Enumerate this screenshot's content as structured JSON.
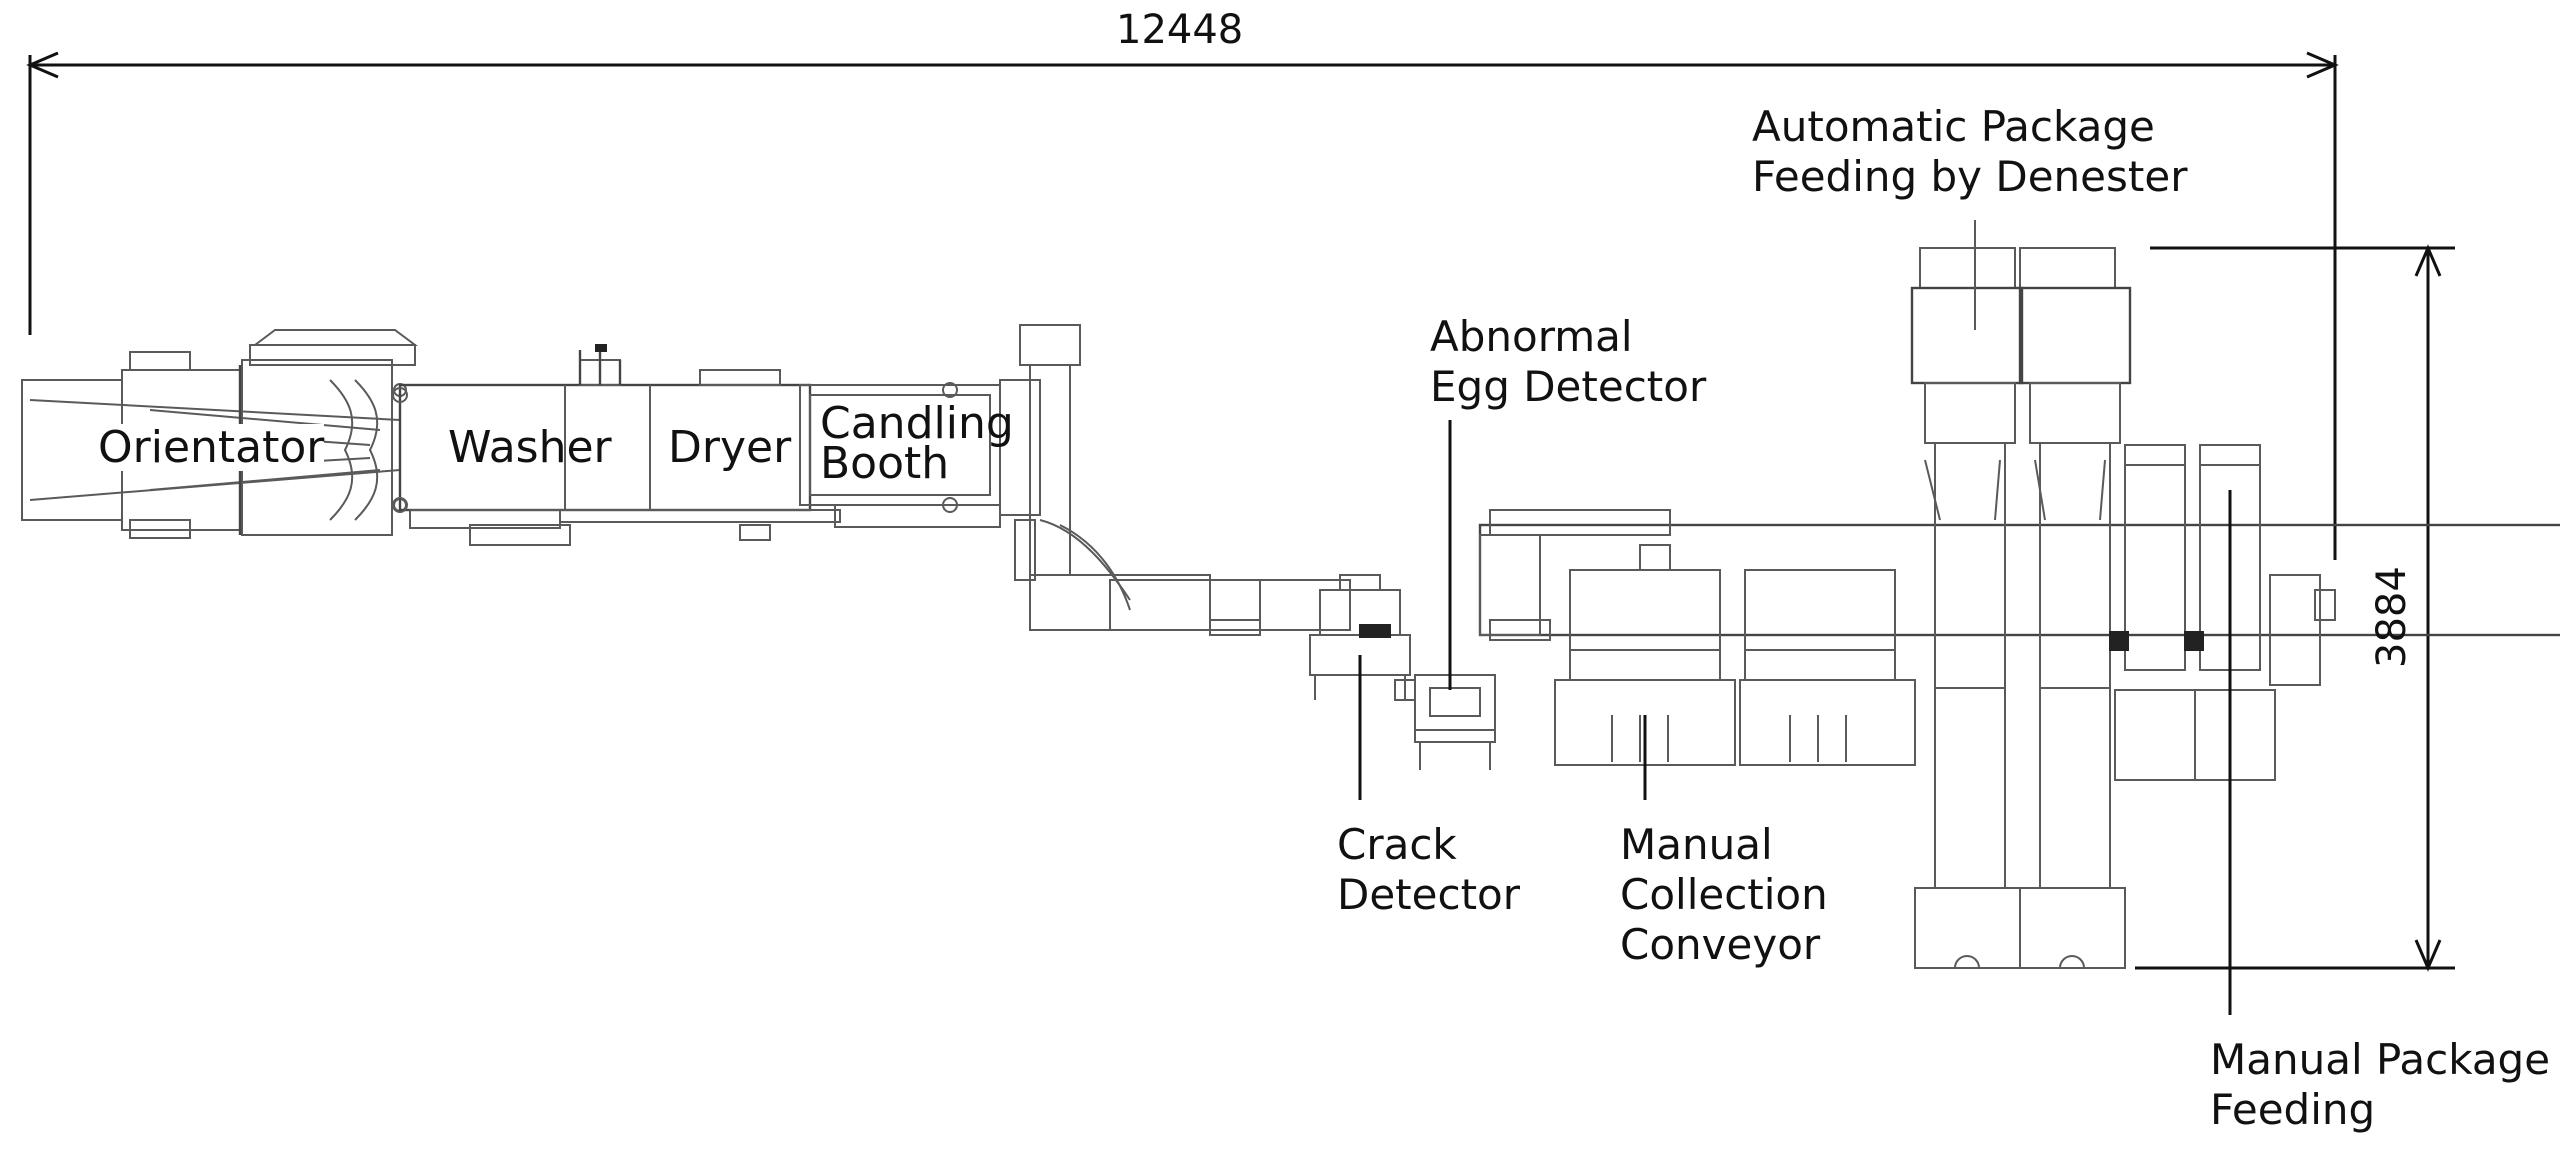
{
  "dimensions": {
    "overall_length": "12448",
    "overall_width": "3884"
  },
  "stations": {
    "orientator": "Orientator",
    "washer": "Washer",
    "dryer": "Dryer",
    "candling_booth": [
      "Candling",
      "Booth"
    ],
    "abnormal_egg_detector": [
      "Abnormal",
      "Egg Detector"
    ],
    "crack_detector": [
      "Crack",
      "Detector"
    ],
    "manual_collection_conveyor": [
      "Manual",
      "Collection",
      "Conveyor"
    ],
    "automatic_package_feeding": [
      "Automatic Package",
      "Feeding by Denester"
    ],
    "manual_package_feeding": [
      "Manual Package",
      "Feeding"
    ]
  }
}
